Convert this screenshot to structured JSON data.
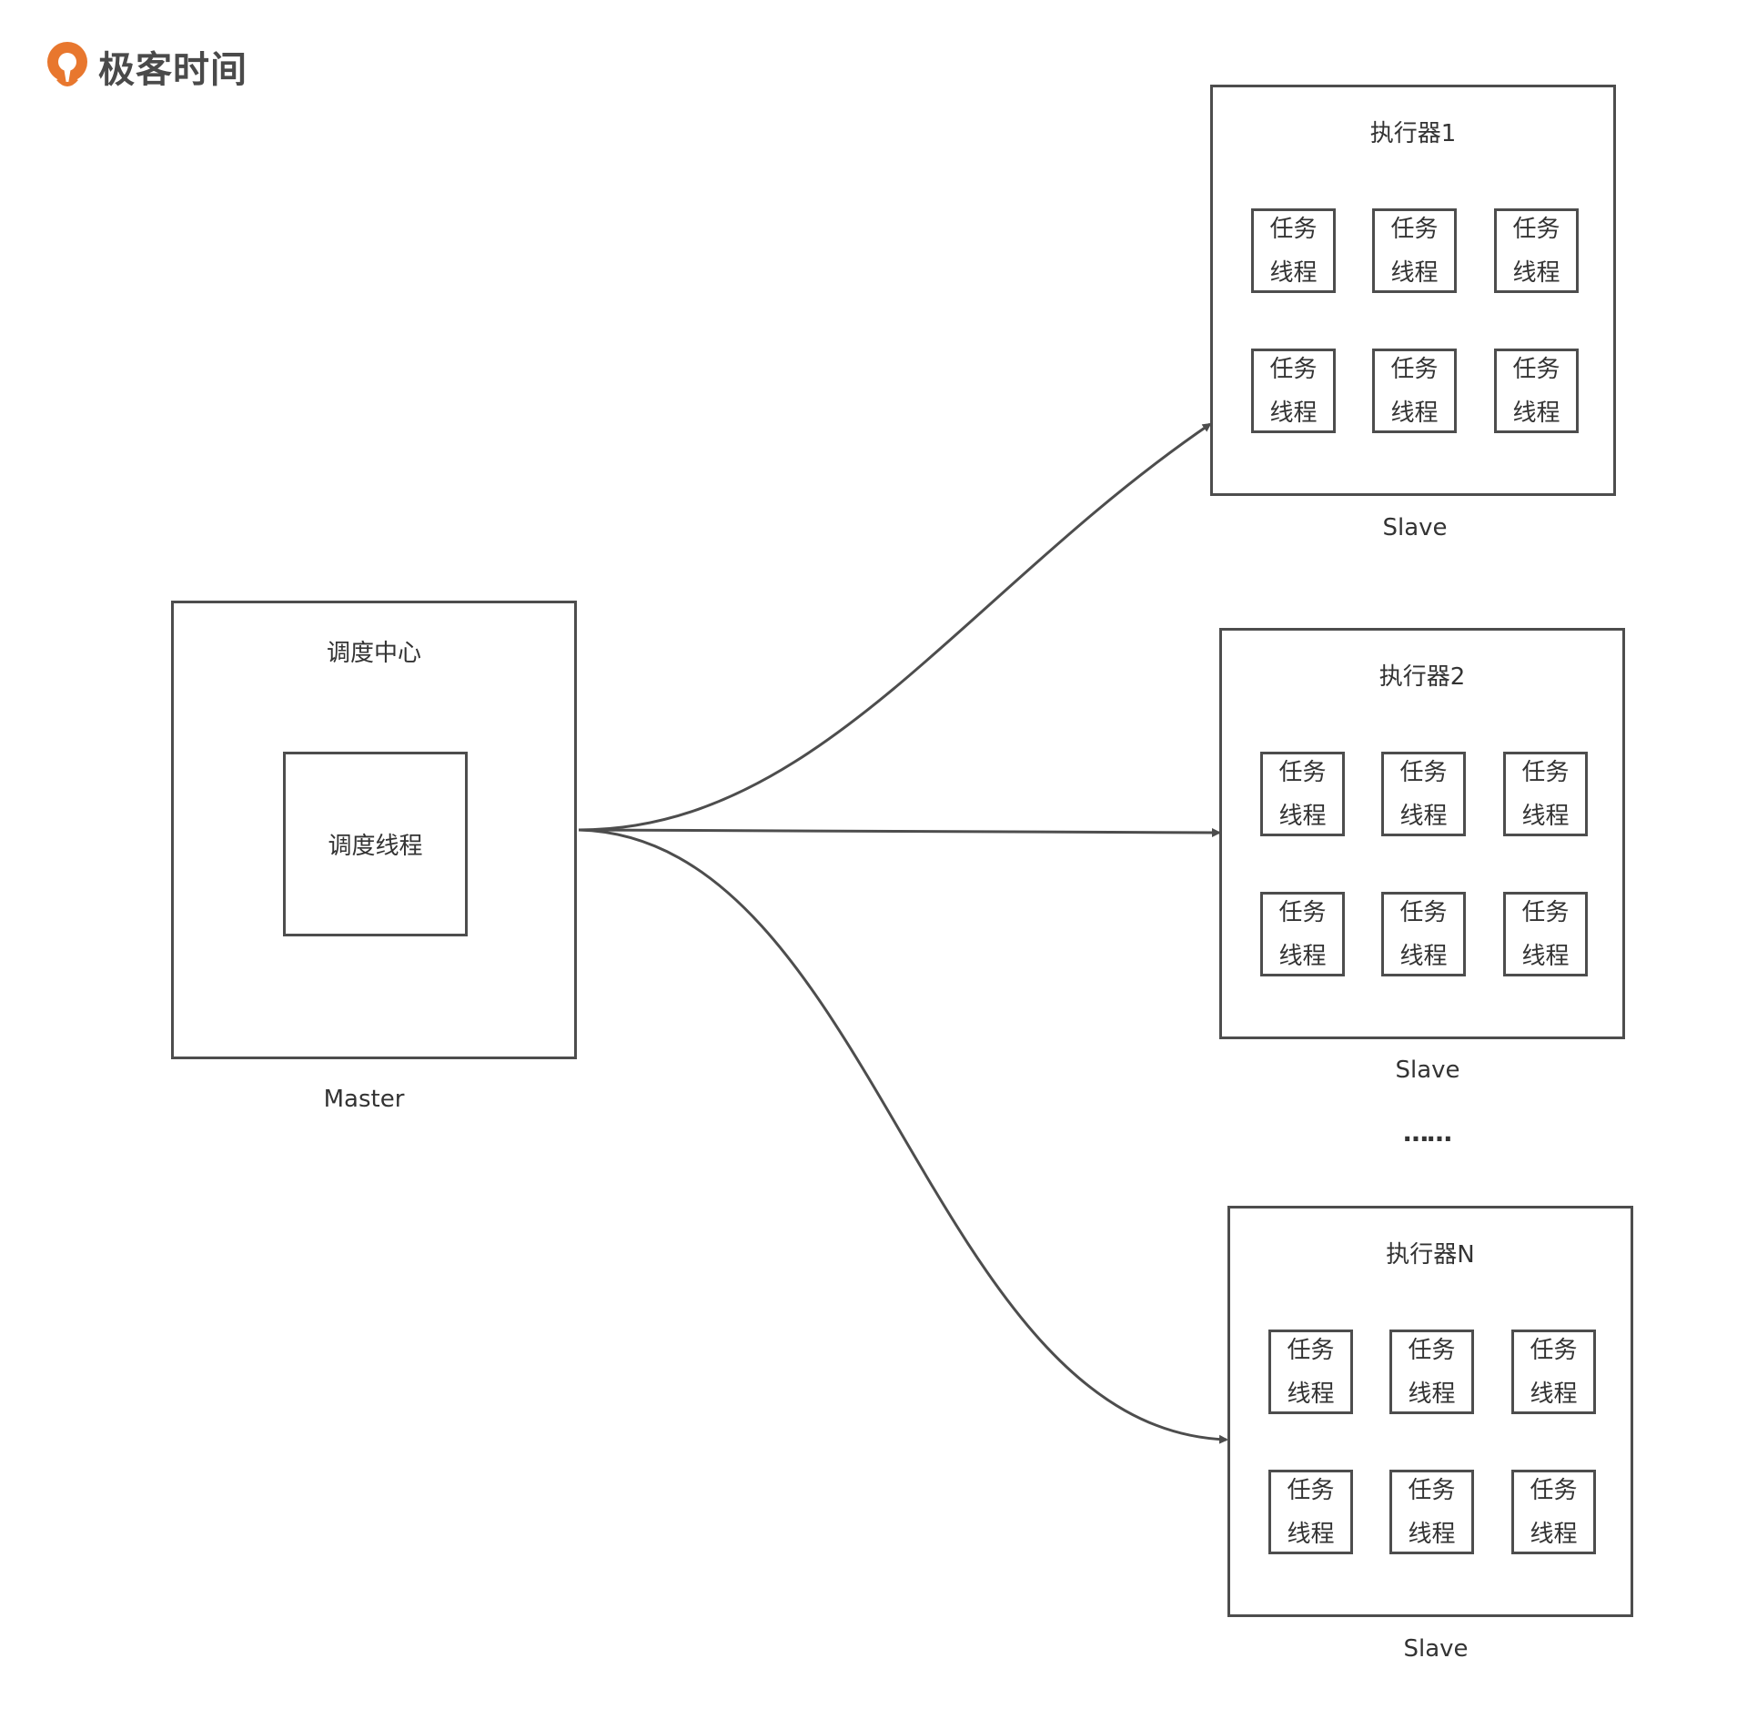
{
  "brand": {
    "logo_text": "极客时间",
    "logo_color": "#e8772e"
  },
  "master": {
    "title": "调度中心",
    "inner_label": "调度线程",
    "caption": "Master"
  },
  "executors": [
    {
      "title": "执行器1",
      "caption": "Slave",
      "threads": [
        {
          "line1": "任务",
          "line2": "线程"
        },
        {
          "line1": "任务",
          "line2": "线程"
        },
        {
          "line1": "任务",
          "line2": "线程"
        },
        {
          "line1": "任务",
          "line2": "线程"
        },
        {
          "line1": "任务",
          "line2": "线程"
        },
        {
          "line1": "任务",
          "line2": "线程"
        }
      ]
    },
    {
      "title": "执行器2",
      "caption": "Slave",
      "threads": [
        {
          "line1": "任务",
          "line2": "线程"
        },
        {
          "line1": "任务",
          "line2": "线程"
        },
        {
          "line1": "任务",
          "line2": "线程"
        },
        {
          "line1": "任务",
          "line2": "线程"
        },
        {
          "line1": "任务",
          "line2": "线程"
        },
        {
          "line1": "任务",
          "line2": "线程"
        }
      ]
    },
    {
      "title": "执行器N",
      "caption": "Slave",
      "threads": [
        {
          "line1": "任务",
          "line2": "线程"
        },
        {
          "line1": "任务",
          "line2": "线程"
        },
        {
          "line1": "任务",
          "line2": "线程"
        },
        {
          "line1": "任务",
          "line2": "线程"
        },
        {
          "line1": "任务",
          "line2": "线程"
        },
        {
          "line1": "任务",
          "line2": "线程"
        }
      ]
    }
  ],
  "separator": "……",
  "colors": {
    "stroke": "#4d4d4d",
    "text": "#333333",
    "background": "#ffffff"
  }
}
